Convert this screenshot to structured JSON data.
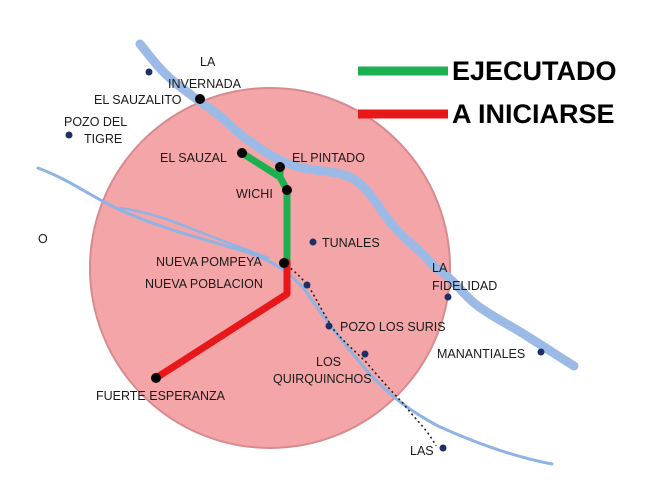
{
  "legend": {
    "executed": {
      "label": "EJECUTADO",
      "color": "#1db050"
    },
    "to_start": {
      "label": "A INICIARSE",
      "color": "#e8181a"
    }
  },
  "colors": {
    "river": "#8fb4e3",
    "river_main": "#9bbbe6",
    "area_fill": "#f4a5a8",
    "area_stroke": "#d98a8e",
    "town": "#1f2f66",
    "node": "#000000"
  },
  "places": {
    "la_invernada_1": "LA",
    "la_invernada_2": "INVERNADA",
    "el_sauzalito": "EL SAUZALITO",
    "pozo_del_tigre_1": "POZO DEL",
    "pozo_del_tigre_2": "TIGRE",
    "el_sauzal": "EL SAUZAL",
    "el_pintado": "EL PINTADO",
    "wichi": "WICHI",
    "tunales": "TUNALES",
    "nueva_pompeya": "NUEVA POMPEYA",
    "nueva_poblacion": "NUEVA POBLACION",
    "la_fidelidad_1": "LA",
    "la_fidelidad_2": "FIDELIDAD",
    "pozo_los_suris": "POZO LOS SURIS",
    "manantiales": "MANANTIALES",
    "los_quirquinchos_1": "LOS",
    "los_quirquinchos_2": "QUIRQUINCHOS",
    "fuerte_esperanza": "FUERTE ESPERANZA",
    "las": "LAS",
    "edge_o": "O"
  }
}
